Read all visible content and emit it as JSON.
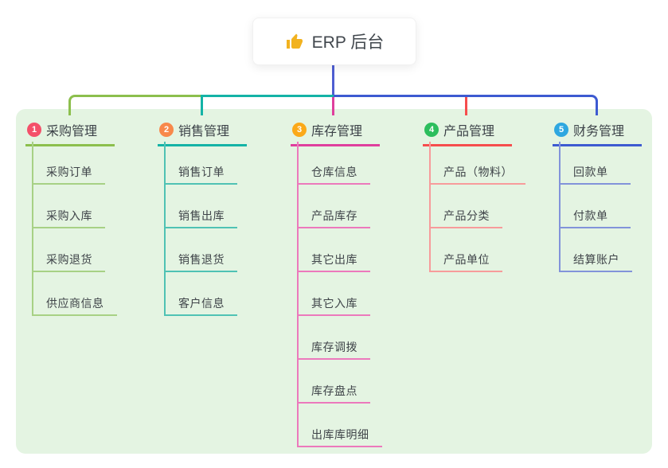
{
  "root": {
    "label": "ERP 后台",
    "icon": "thumbs-up-icon",
    "icon_color": "#f2b21f",
    "connector_color": "#4f5ed2"
  },
  "panel": {
    "bg": "#e4f4e2"
  },
  "branches": [
    {
      "index": "1",
      "label": "采购管理",
      "badge_color": "#f4506a",
      "line_color": "#8cbf4d",
      "child_line_color": "#a7d185",
      "children": [
        "采购订单",
        "采购入库",
        "采购退货",
        "供应商信息"
      ]
    },
    {
      "index": "2",
      "label": "销售管理",
      "badge_color": "#f8884b",
      "line_color": "#14b3a6",
      "child_line_color": "#4fc2b4",
      "children": [
        "销售订单",
        "销售出库",
        "销售退货",
        "客户信息"
      ]
    },
    {
      "index": "3",
      "label": "库存管理",
      "badge_color": "#fba919",
      "line_color": "#df3f9d",
      "child_line_color": "#ec79bc",
      "children": [
        "仓库信息",
        "产品库存",
        "其它出库",
        "其它入库",
        "库存调拨",
        "库存盘点",
        "出库库明细"
      ]
    },
    {
      "index": "4",
      "label": "产品管理",
      "badge_color": "#2cbe5d",
      "line_color": "#f64d4d",
      "child_line_color": "#f79b9b",
      "children": [
        "产品（物料）",
        "产品分类",
        "产品单位"
      ]
    },
    {
      "index": "5",
      "label": "财务管理",
      "badge_color": "#2ea7e0",
      "line_color": "#3d5ad1",
      "child_line_color": "#8293da",
      "children": [
        "回款单",
        "付款单",
        "结算账户"
      ]
    }
  ]
}
